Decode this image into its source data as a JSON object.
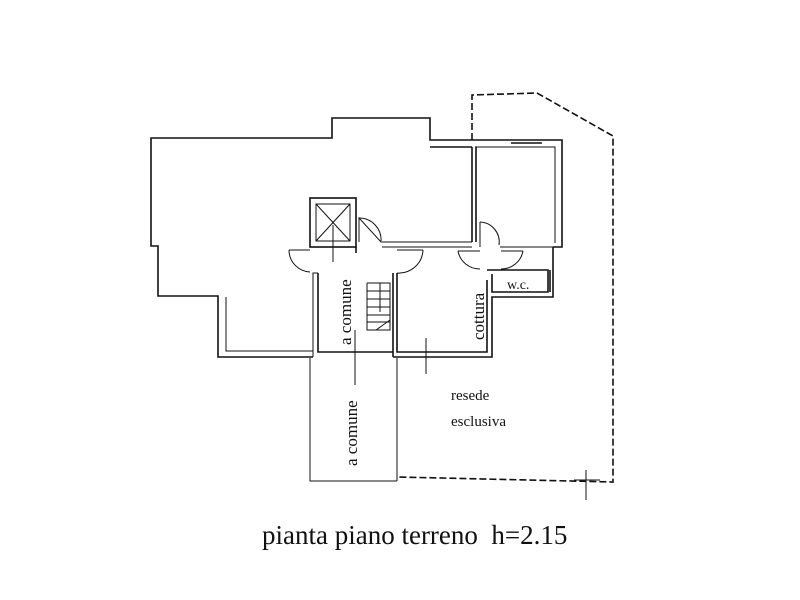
{
  "labels": {
    "common_area_1": "a comune",
    "common_area_2": "a comune",
    "kitchen": "cottura",
    "wc": "w.c.",
    "yard_line1": "resede",
    "yard_line2": "esclusiva"
  },
  "title": "pianta piano terreno  h=2.15"
}
